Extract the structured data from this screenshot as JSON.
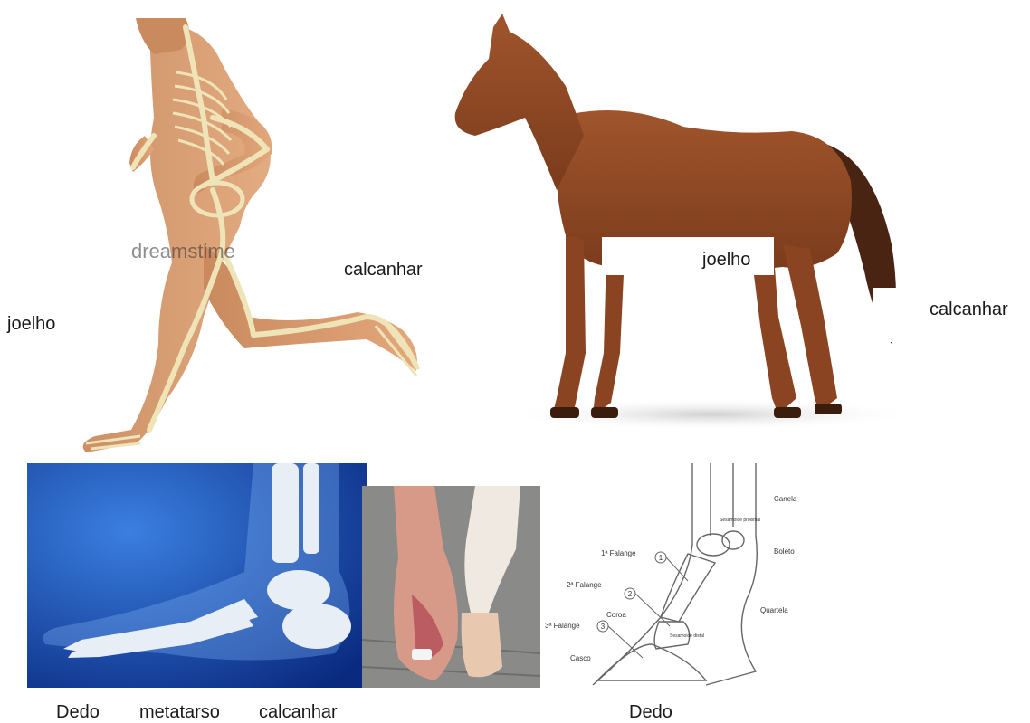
{
  "labels": {
    "human_calcanhar": "calcanhar",
    "human_joelho": "joelho",
    "horse_joelho": "joelho",
    "horse_calcanhar": "calcanhar",
    "foot_dedo": "Dedo",
    "foot_metatarso": "metatarso",
    "foot_calcanhar": "calcanhar",
    "hoof_dedo": "Dedo"
  },
  "hoof_diagram": {
    "canela": "Canela",
    "boleto": "Boleto",
    "quartela": "Quartela",
    "falange1": "1ª Falange",
    "falange2": "2ª Falange",
    "falange3": "3ª Falange",
    "coroa": "Coroa",
    "casco": "Casco",
    "sesamoide_proximal": "Sesamoide proximal",
    "sesamoide_distal": "Sesamoide distal",
    "num1": "1",
    "num2": "2",
    "num3": "3"
  },
  "watermark": "dreamstime"
}
